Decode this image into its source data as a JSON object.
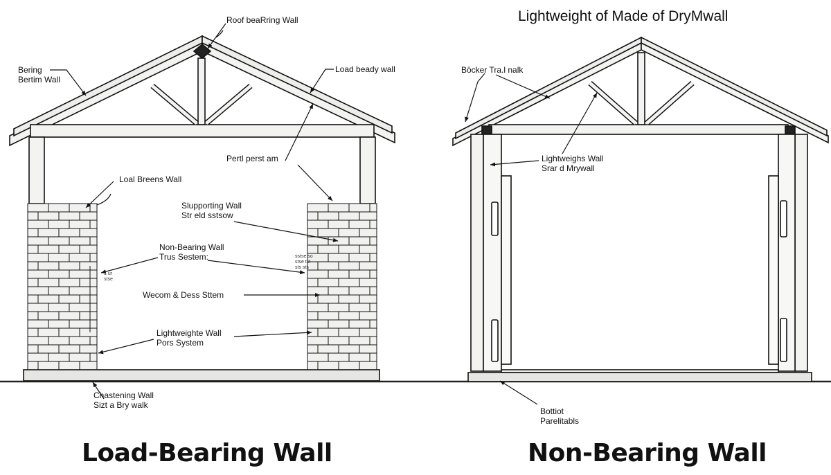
{
  "left_panel": {
    "caption": "Load-Bearing Wall",
    "labels": {
      "roof_bearing": "Roof beaRring Wall",
      "bering_1": "Bering",
      "bering_2": "Bertim Wall",
      "load_beady": "Load beady wall",
      "perf_beam": "Pertl perst am",
      "loal_breens": "Loal Breens Wall",
      "supporting_1": "Slupporting Wall",
      "supporting_2": "Str eld sstsow",
      "non_bearing_1": "Non-Bearing Wall",
      "non_bearing_2": "Trus Sestem:",
      "wecom": "Wecom & Dess Sttem",
      "lightweighte_1": "Lightweighte Wall",
      "lightweighte_2": "Pors System",
      "chastening_1": "Chastening Wall",
      "chastening_2": "Sizt a Bry walk",
      "tiny_a1": "1 ur",
      "tiny_a2": "stse",
      "tiny_b1": "sstse so",
      "tiny_b2": "stse tst",
      "tiny_b3": "sts sts"
    }
  },
  "right_panel": {
    "title": "Lightweight of Made of DryMwall",
    "caption": "Non-Bearing Wall",
    "labels": {
      "bocker_trail": "Böcker Tra.l nalk",
      "lightweights_1": "Lightweighs Wall",
      "lightweights_2": "Srar d Mrywall",
      "bottiot_1": "Bottiot",
      "bottiot_2": "Parelitabls"
    }
  },
  "colors": {
    "ink": "#111111",
    "wood_fill": "#f3f3f1",
    "brick_fill": "#f1f1ef",
    "ground": "#222222"
  }
}
